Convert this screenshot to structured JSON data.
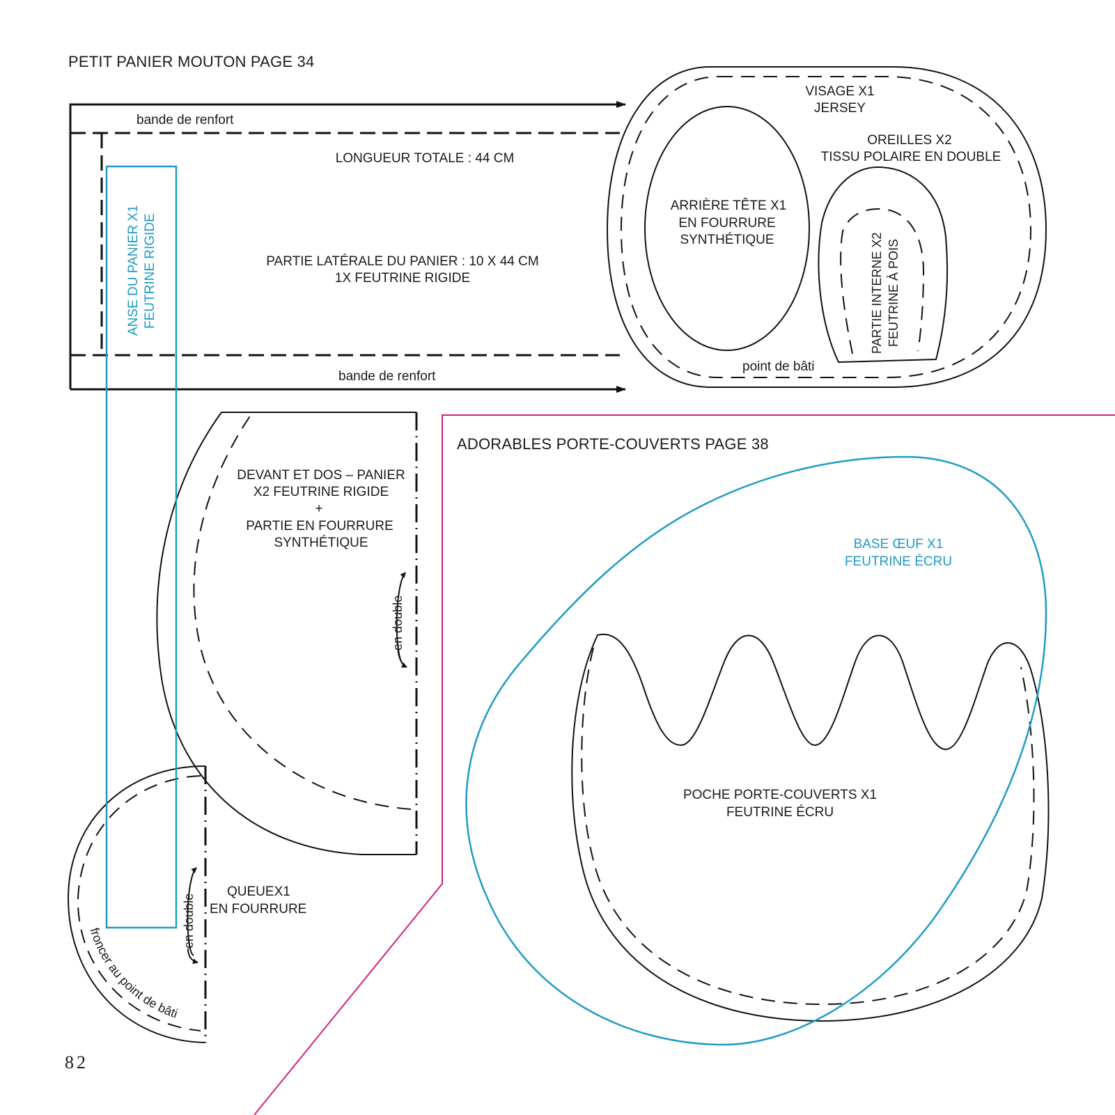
{
  "page": {
    "number": "82",
    "colors": {
      "ink": "#111111",
      "accent_blue": "#1f9bc4",
      "divider_magenta": "#d0207f"
    }
  },
  "section_sheep": {
    "title": "PETIT PANIER MOUTON PAGE 34",
    "band_top": "bande de renfort",
    "band_bottom": "bande de renfort",
    "total_length": "LONGUEUR TOTALE : 44 CM",
    "side_part": [
      "PARTIE LATÉRALE DU PANIER : 10 X 44 CM",
      "1X FEUTRINE RIGIDE"
    ],
    "handle": [
      "ANSE DU PANIER X1",
      "FEUTRINE RIGIDE"
    ],
    "face": [
      "VISAGE X1",
      "JERSEY"
    ],
    "ears": [
      "OREILLES X2",
      "TISSU POLAIRE EN DOUBLE"
    ],
    "back_head": [
      "ARRIÈRE TÊTE X1",
      "EN FOURRURE",
      "SYNTHÉTIQUE"
    ],
    "inner_ear": [
      "PARTIE INTERNE X2",
      "FEUTRINE À POIS"
    ],
    "baste_face": "point de bâti",
    "front_back": [
      "DEVANT ET DOS – PANIER",
      "X2 FEUTRINE RIGIDE",
      "+",
      "PARTIE EN FOURRURE",
      "SYNTHÉTIQUE"
    ],
    "fold_front": "en double",
    "tail": [
      "QUEUEX1",
      "EN FOURRURE"
    ],
    "fold_tail": "en double",
    "gather_tail": "froncer au point de bâti"
  },
  "section_cutlery": {
    "title": "ADORABLES PORTE-COUVERTS  PAGE 38",
    "egg_base": [
      "BASE ŒUF X1",
      "FEUTRINE ÉCRU"
    ],
    "pocket": [
      "POCHE PORTE-COUVERTS X1",
      "FEUTRINE ÉCRU"
    ]
  }
}
